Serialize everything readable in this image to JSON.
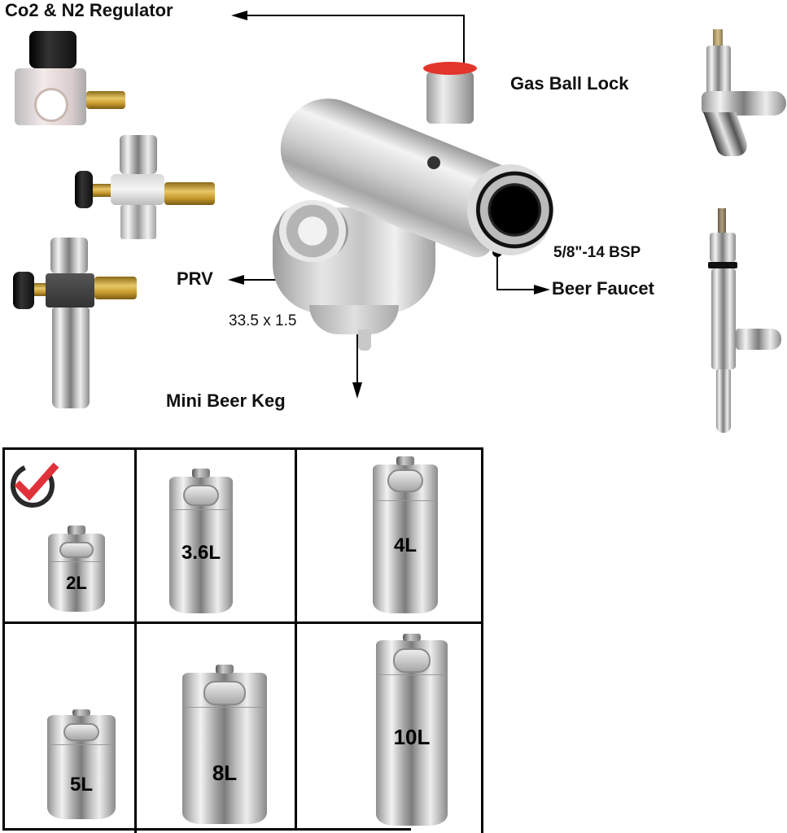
{
  "diagram": {
    "labels": {
      "regulator": "Co2 & N2 Regulator",
      "gas_ball_lock": "Gas Ball Lock",
      "thread_faucet": "5/8\"-14 BSP",
      "beer_faucet": "Beer Faucet",
      "prv": "PRV",
      "thread_keg": "33.5 x 1.5",
      "mini_beer_keg": "Mini Beer Keg"
    },
    "colors": {
      "gas_lock_seal": "#e2352b",
      "checkmark": "#e0323a",
      "text": "#111111",
      "steel": "#bdbdbd",
      "brass": "#d9b24a"
    }
  },
  "keg_grid": {
    "cells": [
      {
        "volume": "2L",
        "selected": true
      },
      {
        "volume": "3.6L",
        "selected": false
      },
      {
        "volume": "4L",
        "selected": false
      },
      {
        "volume": "5L",
        "selected": false
      },
      {
        "volume": "8L",
        "selected": false
      },
      {
        "volume": "10L",
        "selected": false
      }
    ]
  }
}
